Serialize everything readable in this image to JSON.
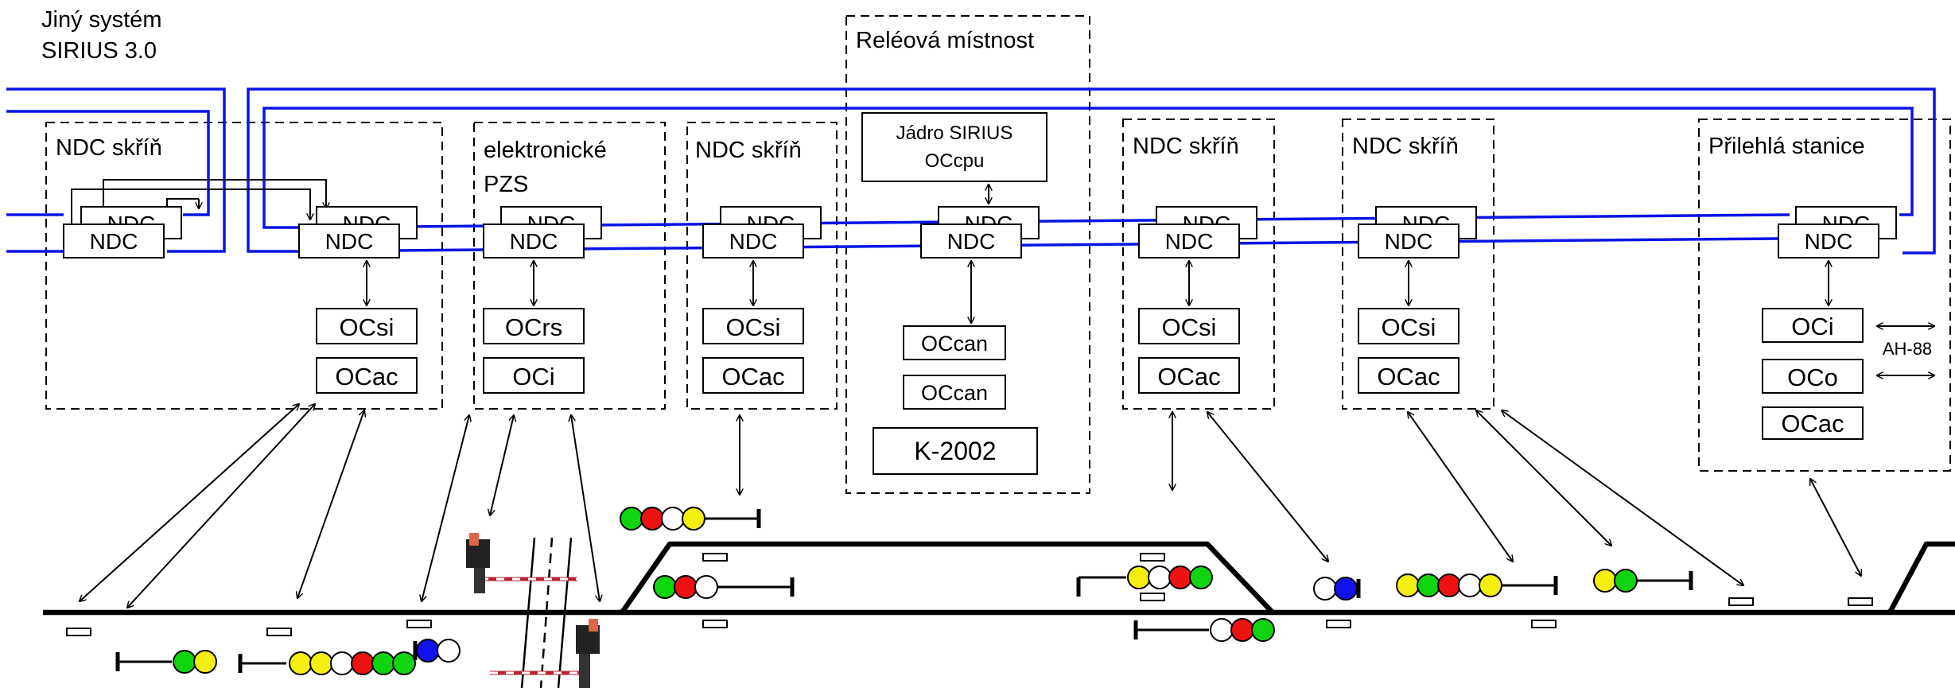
{
  "title": [
    "Jiný systém",
    "SIRIUS 3.0"
  ],
  "relay_room": {
    "label": "Reléová místnost",
    "core": [
      "Jádro SIRIUS",
      "OCcpu"
    ],
    "ndc_back": "NDC",
    "ndc": "NDC",
    "modules": [
      "OCcan",
      "OCcan"
    ],
    "interlocking": "K-2002"
  },
  "cabinets": [
    {
      "id": "ndc-cabinet-1",
      "label": [
        "NDC skříň"
      ],
      "ndcs": [
        "NDC",
        "NDC",
        "NDC",
        "NDC"
      ],
      "modules": [
        "OCsi",
        "OCac"
      ]
    },
    {
      "id": "level-crossing",
      "label": [
        "elektronické",
        "PZS"
      ],
      "ndcs": [
        "NDC",
        "NDC"
      ],
      "modules": [
        "OCrs",
        "OCi"
      ]
    },
    {
      "id": "ndc-cabinet-2",
      "label": [
        "NDC skříň"
      ],
      "ndcs": [
        "NDC",
        "NDC"
      ],
      "modules": [
        "OCsi",
        "OCac"
      ]
    },
    {
      "id": "ndc-cabinet-3",
      "label": [
        "NDC skříň"
      ],
      "ndcs": [
        "NDC",
        "NDC"
      ],
      "modules": [
        "OCsi",
        "OCac"
      ]
    },
    {
      "id": "ndc-cabinet-4",
      "label": [
        "NDC skříň"
      ],
      "ndcs": [
        "NDC",
        "NDC"
      ],
      "modules": [
        "OCsi",
        "OCac"
      ]
    },
    {
      "id": "adjacent-station",
      "label": [
        "Přilehlá stanice"
      ],
      "ndcs": [
        "NDC",
        "NDC"
      ],
      "modules": [
        "OCi",
        "OCo",
        "OCac"
      ],
      "external": "AH-88"
    }
  ],
  "colors": {
    "network": "#0a14e6",
    "track": "#000000",
    "signal_green": "#11d411",
    "signal_red": "#ee1111",
    "signal_yellow": "#f5ee11",
    "signal_blue": "#1111ee",
    "signal_white": "#ffffff"
  },
  "signals": [
    {
      "id": "signal-1",
      "lamps": [
        "green",
        "yellow"
      ]
    },
    {
      "id": "signal-2",
      "lamps": [
        "yellow",
        "white",
        "red",
        "green",
        "green"
      ]
    },
    {
      "id": "signal-3",
      "lamps": [
        "blue",
        "white"
      ]
    },
    {
      "id": "signal-4",
      "lamps": [
        "green",
        "red",
        "white",
        "yellow"
      ]
    },
    {
      "id": "signal-5",
      "lamps": [
        "green",
        "red",
        "white"
      ]
    },
    {
      "id": "signal-6",
      "lamps": [
        "yellow",
        "white",
        "red",
        "green"
      ]
    },
    {
      "id": "signal-7",
      "lamps": [
        "white",
        "red",
        "green"
      ]
    },
    {
      "id": "signal-8",
      "lamps": [
        "white",
        "blue"
      ]
    },
    {
      "id": "signal-9",
      "lamps": [
        "yellow",
        "green",
        "red",
        "white",
        "yellow"
      ]
    },
    {
      "id": "signal-10",
      "lamps": [
        "yellow",
        "green"
      ]
    }
  ]
}
